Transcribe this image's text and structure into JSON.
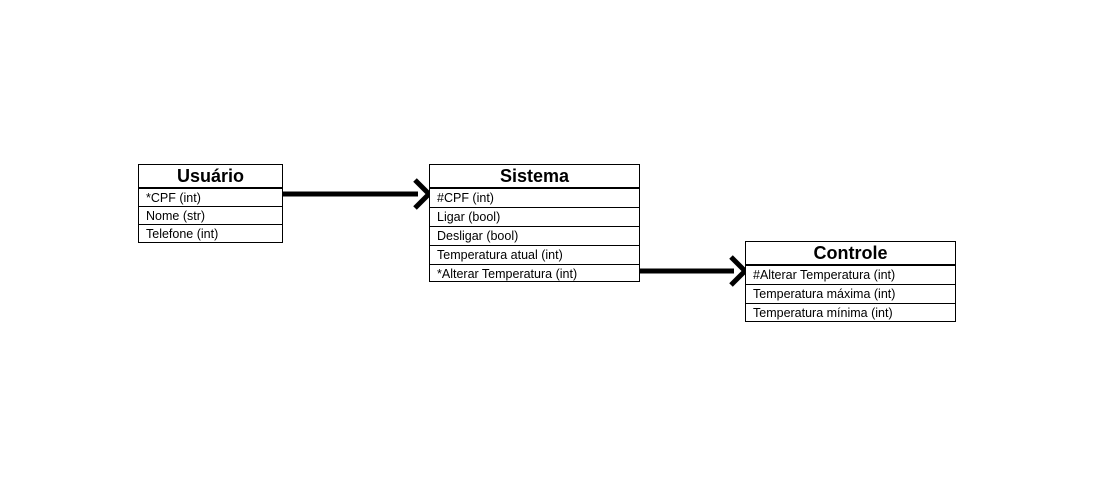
{
  "entities": {
    "usuario": {
      "title": "Usuário",
      "fields": [
        "*CPF (int)",
        "Nome (str)",
        "Telefone (int)"
      ]
    },
    "sistema": {
      "title": "Sistema",
      "fields": [
        "#CPF (int)",
        "Ligar (bool)",
        "Desligar (bool)",
        "Temperatura atual (int)",
        "*Alterar Temperatura (int)"
      ]
    },
    "controle": {
      "title": "Controle",
      "fields": [
        "#Alterar Temperatura (int)",
        "Temperatura máxima (int)",
        "Temperatura mínima (int)"
      ]
    }
  },
  "relations": [
    {
      "from": "usuario",
      "to": "sistema"
    },
    {
      "from": "sistema",
      "to": "controle"
    }
  ],
  "colors": {
    "line": "#000000",
    "background": "#ffffff"
  }
}
